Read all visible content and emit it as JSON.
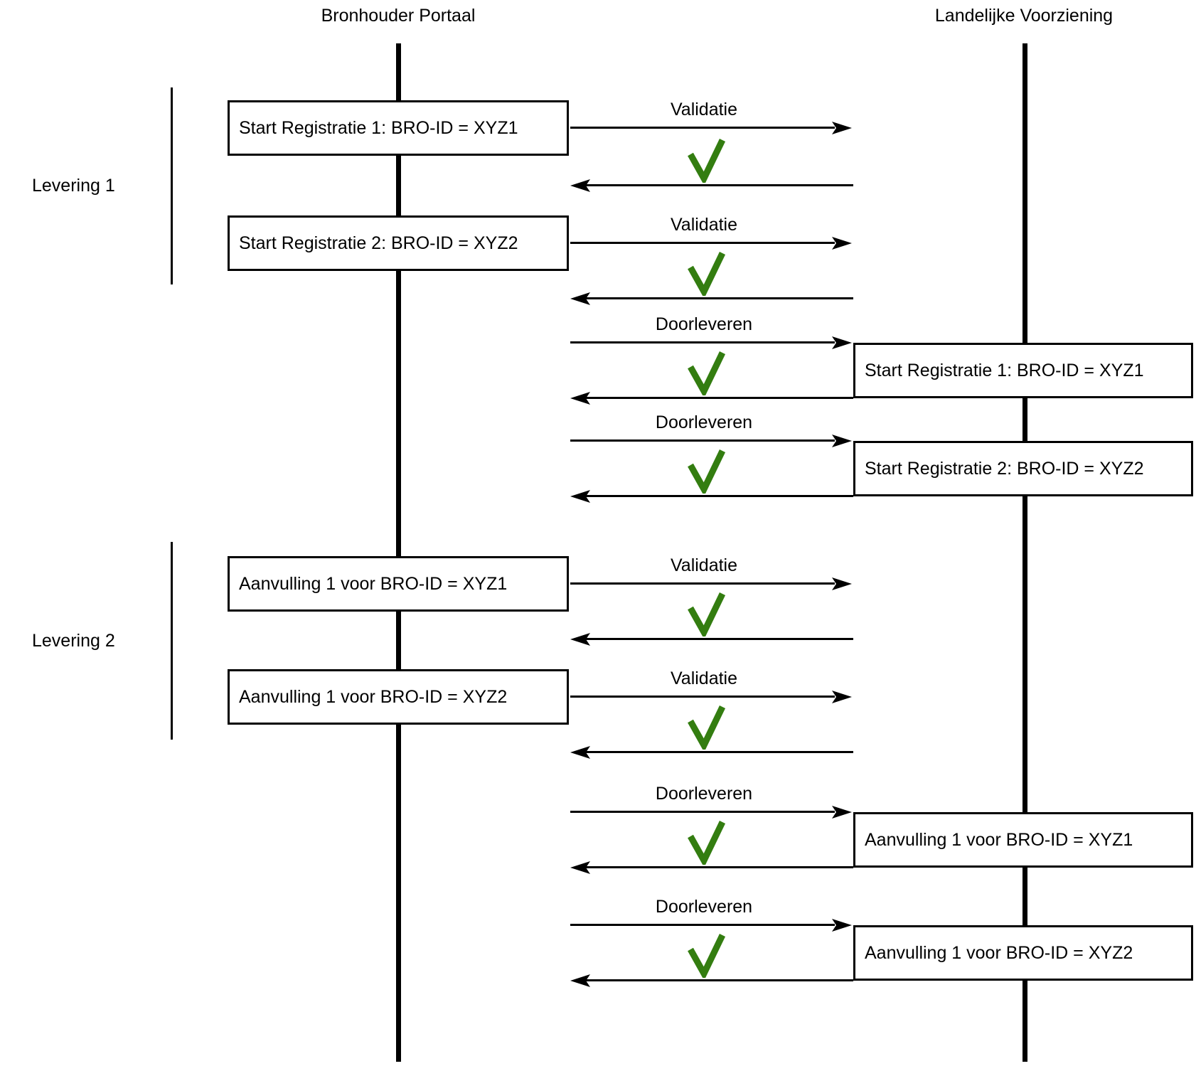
{
  "lifelines": {
    "left": {
      "title": "Bronhouder Portaal"
    },
    "right": {
      "title": "Landelijke Voorziening"
    }
  },
  "groups": [
    {
      "label": "Levering 1"
    },
    {
      "label": "Levering 2"
    }
  ],
  "left_messages": [
    {
      "label": "Start Registratie 1: BRO-ID = XYZ1"
    },
    {
      "label": "Start Registratie 2: BRO-ID = XYZ2"
    },
    {
      "label": "Aanvulling 1 voor BRO-ID = XYZ1"
    },
    {
      "label": "Aanvulling 1 voor BRO-ID = XYZ2"
    }
  ],
  "right_messages": [
    {
      "label": "Start Registratie 1: BRO-ID = XYZ1"
    },
    {
      "label": "Start Registratie 2: BRO-ID = XYZ2"
    },
    {
      "label": "Aanvulling 1 voor BRO-ID = XYZ1"
    },
    {
      "label": "Aanvulling 1 voor BRO-ID = XYZ2"
    }
  ],
  "flows": [
    {
      "label": "Validatie",
      "result_icon": "green-checkmark"
    },
    {
      "label": "Validatie",
      "result_icon": "green-checkmark"
    },
    {
      "label": "Doorleveren",
      "result_icon": "green-checkmark"
    },
    {
      "label": "Doorleveren",
      "result_icon": "green-checkmark"
    },
    {
      "label": "Validatie",
      "result_icon": "green-checkmark"
    },
    {
      "label": "Validatie",
      "result_icon": "green-checkmark"
    },
    {
      "label": "Doorleveren",
      "result_icon": "green-checkmark"
    },
    {
      "label": "Doorleveren",
      "result_icon": "green-checkmark"
    }
  ],
  "colors": {
    "check_green": "#337d10",
    "line_black": "#000000",
    "box_background": "#ffffff"
  }
}
